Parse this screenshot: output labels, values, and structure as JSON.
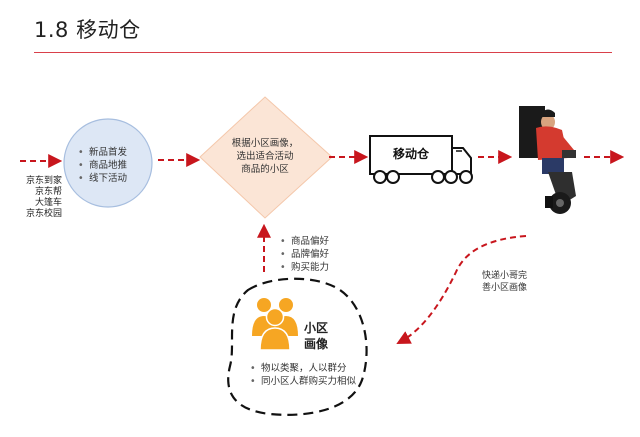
{
  "header": {
    "title": "1.8 移动仓"
  },
  "sources": [
    "京东到家",
    "京东帮",
    "大篷车",
    "京东校园"
  ],
  "activity_circle": {
    "items": [
      "新品首发",
      "商品地推",
      "线下活动"
    ]
  },
  "selection_diamond": {
    "lines": [
      "根据小区画像，",
      "选出适合活动",
      "商品的小区"
    ]
  },
  "truck": {
    "label": "移动仓"
  },
  "preferences": {
    "items": [
      "商品偏好",
      "品牌偏好",
      "购买能力"
    ]
  },
  "courier_note": {
    "lines": [
      "快递小哥完",
      "善小区画像"
    ]
  },
  "community_profile": {
    "title_lines": [
      "小区",
      "画像"
    ],
    "items": [
      "物以类聚，人以群分",
      "同小区人群购买力相似"
    ]
  },
  "colors": {
    "accent": "#c8161d",
    "circle_fill": "#dde7f5",
    "diamond_fill": "#fbe5d6",
    "person_icon": "#f6a623"
  }
}
